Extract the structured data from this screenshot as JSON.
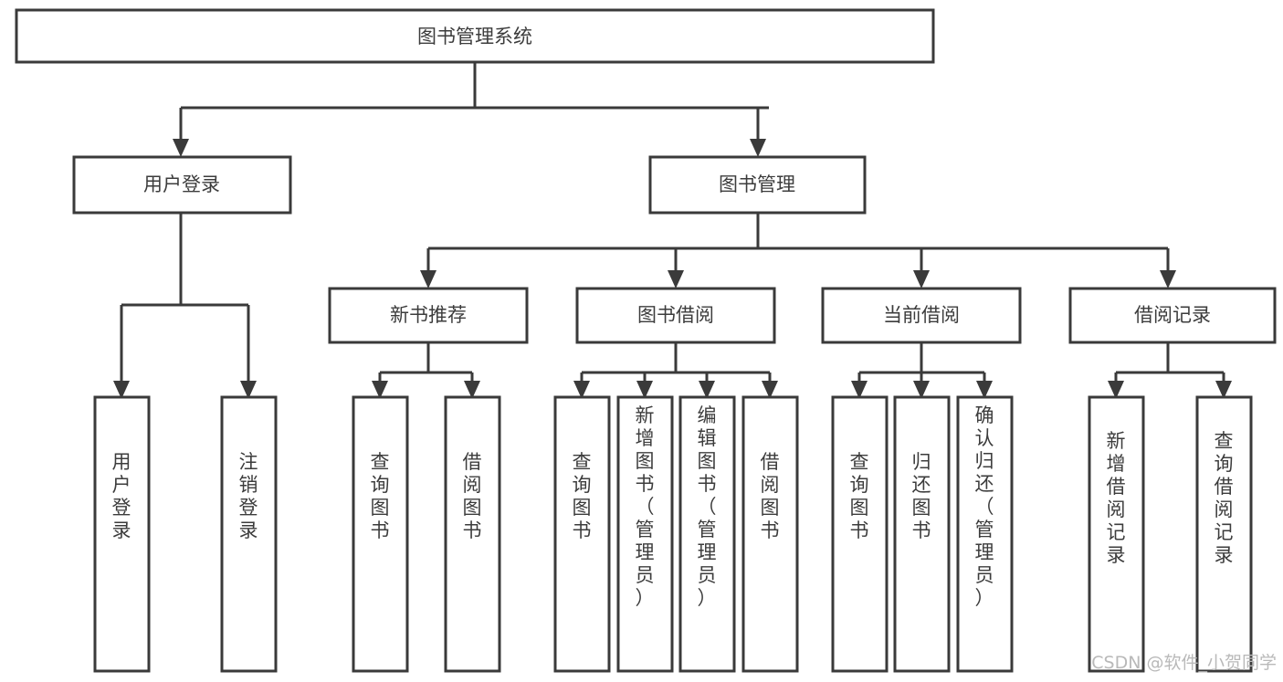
{
  "diagram": {
    "type": "tree-flowchart",
    "orientation": "top-down",
    "root": {
      "id": "root",
      "label": "图书管理系统",
      "level": 0
    },
    "level1": [
      {
        "id": "user-login",
        "label": "用户登录",
        "level": 1
      },
      {
        "id": "book-management",
        "label": "图书管理",
        "level": 1
      }
    ],
    "level2": [
      {
        "id": "new-book-recommend",
        "label": "新书推荐",
        "level": 2,
        "parent": "book-management"
      },
      {
        "id": "book-borrow",
        "label": "图书借阅",
        "level": 2,
        "parent": "book-management"
      },
      {
        "id": "current-borrow",
        "label": "当前借阅",
        "level": 2,
        "parent": "book-management"
      },
      {
        "id": "borrow-record",
        "label": "借阅记录",
        "level": 2,
        "parent": "book-management"
      }
    ],
    "leaves": [
      {
        "id": "leaf-user-login",
        "label": "用户登录",
        "parent": "user-login"
      },
      {
        "id": "leaf-logout-login",
        "label": "注销登录",
        "parent": "user-login"
      },
      {
        "id": "leaf-query-book-1",
        "label": "查询图书",
        "parent": "new-book-recommend"
      },
      {
        "id": "leaf-borrow-book-1",
        "label": "借阅图书",
        "parent": "new-book-recommend"
      },
      {
        "id": "leaf-query-book-2",
        "label": "查询图书",
        "parent": "book-borrow"
      },
      {
        "id": "leaf-add-book",
        "label": "新增图书（管理员）",
        "parent": "book-borrow"
      },
      {
        "id": "leaf-edit-book",
        "label": "编辑图书（管理员）",
        "parent": "book-borrow"
      },
      {
        "id": "leaf-borrow-book-2",
        "label": "借阅图书",
        "parent": "book-borrow"
      },
      {
        "id": "leaf-query-book-3",
        "label": "查询图书",
        "parent": "current-borrow"
      },
      {
        "id": "leaf-return-book",
        "label": "归还图书",
        "parent": "current-borrow"
      },
      {
        "id": "leaf-confirm-return",
        "label": "确认归还（管理员）",
        "parent": "current-borrow"
      },
      {
        "id": "leaf-add-record",
        "label": "新增借阅记录",
        "parent": "borrow-record"
      },
      {
        "id": "leaf-query-record",
        "label": "查询借阅记录",
        "parent": "borrow-record"
      }
    ],
    "colors": {
      "stroke": "#3a3a3a",
      "fill": "#ffffff",
      "text": "#3c3c3c",
      "background": "#ffffff",
      "watermark": "#b9b9b9"
    }
  },
  "watermark": {
    "text": "CSDN @软件_小贺同学"
  }
}
